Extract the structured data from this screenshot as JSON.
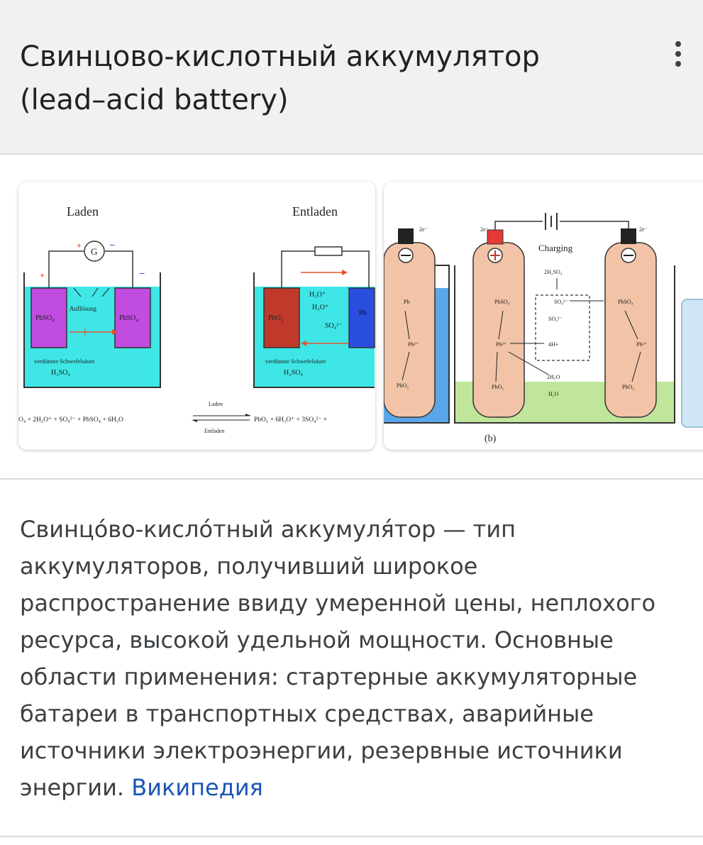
{
  "header": {
    "title_line1": "Свинцово-кислотный аккумулятор",
    "title_line2": "(lead–acid battery)",
    "more_icon": "more-vert-icon"
  },
  "images": [
    {
      "left_title": "Laden",
      "right_title": "Entladen",
      "generator": "G",
      "electrode_pbso4": "PbSO",
      "electrode_pbso4_sub": "4",
      "aufloesung": "Auflösung",
      "electrode_pbo2": "PbO",
      "electrode_pbo2_sub": "2",
      "electrode_pb": "Pb",
      "ion_h3o_1": "H₃O⁺",
      "ion_h3o_2": "H₃O⁺",
      "ion_so4": "SO₄²⁻",
      "acid_text": "verdünnte Schwefelsäure",
      "acid_formula": "H₂SO₄",
      "equation_left": "O₄ + 2H₂O⁺ + SO₄²⁻ + PbSO₄ + 6H₂O",
      "equation_right": "PbO₂ + 6H₃O⁺ + 3SO₄²⁻ +",
      "arrow_top": "Laden",
      "arrow_bottom": "Entladen"
    },
    {
      "charging": "Charging",
      "caption": "(b)",
      "label_2e": "2e⁻",
      "label_2h2so4": "2H₂SO₄",
      "label_pbso4": "PbSO₄",
      "label_pb": "Pb",
      "label_pb2": "Pb²⁺",
      "label_pbo2": "PbO₂",
      "label_so4": "SO₄²⁻",
      "label_4h": "4H+",
      "label_h2o": "H₂O",
      "label_2h2o": "2H₂O"
    }
  ],
  "description": {
    "text": "Свинцо́во-кисло́тный аккумуля́тор — тип аккумуляторов, получивший широкое распространение ввиду умеренной цены, неплохого ресурса, высокой удельной мощности. Основные области применения: стартерные аккумуляторные батареи в транспортных средствах, аварийные источники электроэнергии, резервные источники энергии.",
    "source_link": "Википедия"
  },
  "colors": {
    "header_bg": "#f1f1f1",
    "electrolyte": "#3ee6e6",
    "pbso4_electrode": "#c04ce0",
    "pbo2_electrode": "#c0392b",
    "pb_electrode": "#2a4ee0",
    "battery_cell": "#f2c3a7",
    "green_electrolyte": "#bfe69a",
    "link": "#1a56b3"
  }
}
